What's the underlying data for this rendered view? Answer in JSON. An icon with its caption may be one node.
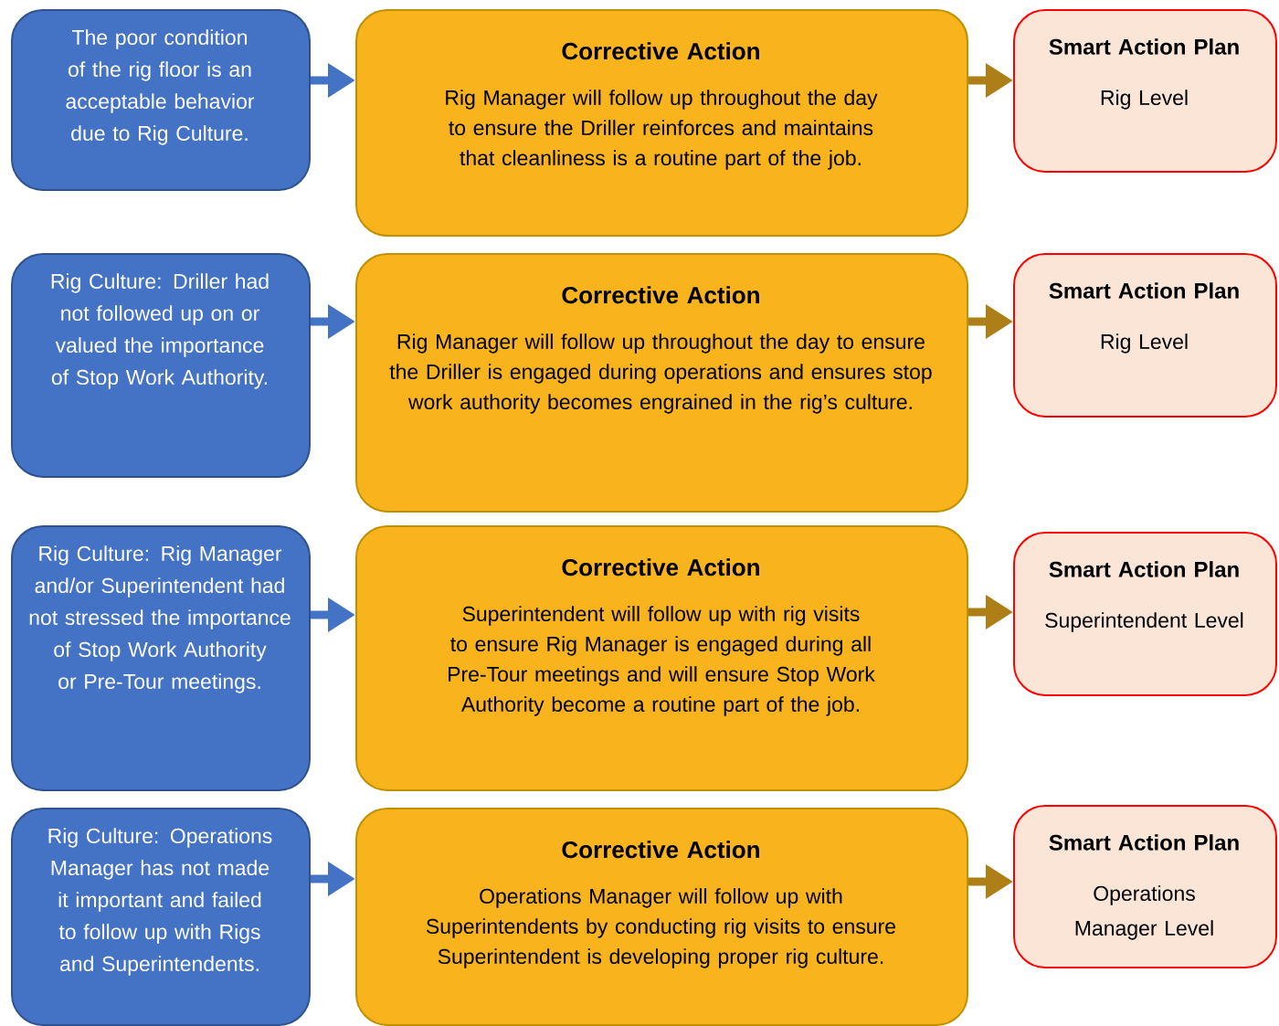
{
  "diagram": {
    "nodes": [
      {
        "text": [
          "The poor condition of the rig floor is an acceptable behavior due to Rig Culture."
        ]
      },
      {
        "text": [
          "Corrective Action",
          "Rig Manager will follow up throughout the day to ensure the Driller reinforces and maintains that cleanliness is a routine part of the job."
        ]
      },
      {
        "text": [
          "Smart Action Plan",
          "Rig Level"
        ]
      },
      {
        "text": [
          "Rig Culture: Driller had not followed up on or valued the importance of Stop Work Authority."
        ]
      },
      {
        "text": [
          "Corrective Action",
          "Rig Manager will follow up throughout the day to ensure the Driller is engaged during operations and ensures stop work authority becomes engrained in the rig’s culture."
        ]
      },
      {
        "text": [
          "Smart Action Plan",
          "Rig Level"
        ]
      },
      {
        "text": [
          "Rig Culture: Rig Manager and/or Superintendent had not stressed the importance of Stop Work Authority or Pre-Tour meetings."
        ]
      },
      {
        "text": [
          "Corrective Action",
          "Superintendent will follow up with rig visits to ensure Rig Manager is engaged during all Pre-Tour meetings and will ensure Stop Work Authority become a routine part of the job."
        ]
      },
      {
        "text": [
          "Smart Action Plan",
          "Superintendent Level"
        ]
      },
      {
        "text": [
          "Rig Culture: Operations Manager has not made it important and failed to follow up with Rigs and Superintendents."
        ]
      },
      {
        "text": [
          "Corrective Action",
          "Operations Manager will follow up with Superintendents by conducting rig visits to ensure Superintendent is developing proper rig culture."
        ]
      },
      {
        "text": [
          "Smart Action Plan",
          "Operations Manager Level"
        ]
      }
    ],
    "edges": [
      {
        "from": 0,
        "to": 1,
        "arrow": "to",
        "color": "#4472c4"
      },
      {
        "from": 1,
        "to": 2,
        "arrow": "to",
        "color": "#ae7f17"
      },
      {
        "from": 3,
        "to": 4,
        "arrow": "to",
        "color": "#4472c4"
      },
      {
        "from": 4,
        "to": 5,
        "arrow": "to",
        "color": "#ae7f17"
      },
      {
        "from": 6,
        "to": 7,
        "arrow": "to",
        "color": "#4472c4"
      },
      {
        "from": 7,
        "to": 8,
        "arrow": "to",
        "color": "#ae7f17"
      },
      {
        "from": 9,
        "to": 10,
        "arrow": "to",
        "color": "#4472c4"
      },
      {
        "from": 10,
        "to": 11,
        "arrow": "to",
        "color": "#ae7f17"
      }
    ]
  }
}
